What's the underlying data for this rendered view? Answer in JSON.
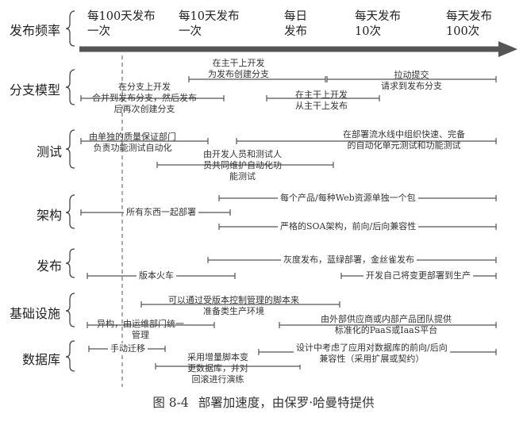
{
  "header": {
    "label": "发布频率"
  },
  "frequencies": [
    {
      "line1": "每100天发布",
      "line2": "一次"
    },
    {
      "line1": "每10天发布",
      "line2": "一次"
    },
    {
      "line1": "每日",
      "line2": "发布"
    },
    {
      "line1": "每天发布",
      "line2": "10次"
    },
    {
      "line1": "每天发布",
      "line2": "100次"
    }
  ],
  "rows": {
    "branching": {
      "label": "分支模型",
      "items": [
        {
          "line1": "在主干上开发",
          "line2": "为发布创建分支"
        },
        {
          "line1": "拉动提交",
          "line2": "请求到发布分支"
        },
        {
          "line1": "在分支上开发",
          "line2": "合并到发布分支，然后发布",
          "line3": "后再次创建分支"
        },
        {
          "line1": "在主干上开发",
          "line2": "从主干上发布"
        }
      ]
    },
    "testing": {
      "label": "测试",
      "items": [
        {
          "line1": "由单独的质量保证部门",
          "line2": "负责功能测试自动化"
        },
        {
          "line1": "在部署流水线中组织快速、完备",
          "line2": "的自动化单元测试和功能测试"
        },
        {
          "line1": "由开发人员和测试人",
          "line2": "员共同维护自动化功",
          "line3": "能测试"
        }
      ]
    },
    "architecture": {
      "label": "架构",
      "items": [
        {
          "line1": "每个产品/每种Web资源单独一个包"
        },
        {
          "line1": "所有东西一起部署"
        },
        {
          "line1": "严格的SOA架构，前向/后向兼容性"
        }
      ]
    },
    "release": {
      "label": "发布",
      "items": [
        {
          "line1": "灰度发布，蓝绿部署，金丝雀发布"
        },
        {
          "line1": "版本火车"
        },
        {
          "line1": "开发自己将变更部署到生产"
        }
      ]
    },
    "infrastructure": {
      "label": "基础设施",
      "items": [
        {
          "line1": "可以通过受版本控制管理的脚本来",
          "line2": "准备类生产环境"
        },
        {
          "line1": "异构，由运维部门统一",
          "line2": "管理"
        },
        {
          "line1": "由外部供应商或内部产品团队提供",
          "line2": "标准化的PaaS或IaaS平台"
        }
      ]
    },
    "database": {
      "label": "数据库",
      "items": [
        {
          "line1": "手动迁移"
        },
        {
          "line1": "采用增量脚本变",
          "line2": "更数据库，并对",
          "line3": "回滚进行演练"
        },
        {
          "line1": "设计中考虑了应用对数据库的前向/后向",
          "line2": "兼容性（采用扩展或契约）"
        }
      ]
    }
  },
  "caption": {
    "number": "图 8-4",
    "text": "部署加速度，由保罗·哈曼特提供"
  },
  "colors": {
    "arrow": "#555555",
    "ink": "#333333"
  }
}
